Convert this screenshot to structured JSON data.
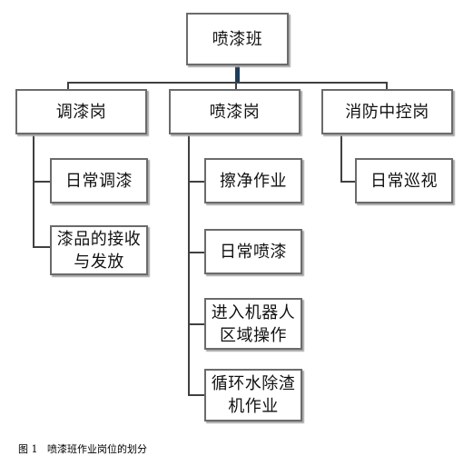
{
  "diagram": {
    "root": {
      "label": "喷漆班"
    },
    "branches": [
      {
        "label": "调漆岗",
        "children": [
          {
            "label": "日常调漆"
          },
          {
            "label": "漆品的接收\n与发放"
          }
        ]
      },
      {
        "label": "喷漆岗",
        "children": [
          {
            "label": "擦净作业"
          },
          {
            "label": "日常喷漆"
          },
          {
            "label": "进入机器人\n区域操作"
          },
          {
            "label": "循环水除渣\n机作业"
          }
        ]
      },
      {
        "label": "消防中控岗",
        "children": [
          {
            "label": "日常巡视"
          }
        ]
      }
    ]
  },
  "caption": "图 1   喷漆班作业岗位的划分",
  "colors": {
    "box_border": "#6b6b6b",
    "connector": "#404040",
    "root_connector": "#1f3d5a",
    "text": "#111111"
  }
}
